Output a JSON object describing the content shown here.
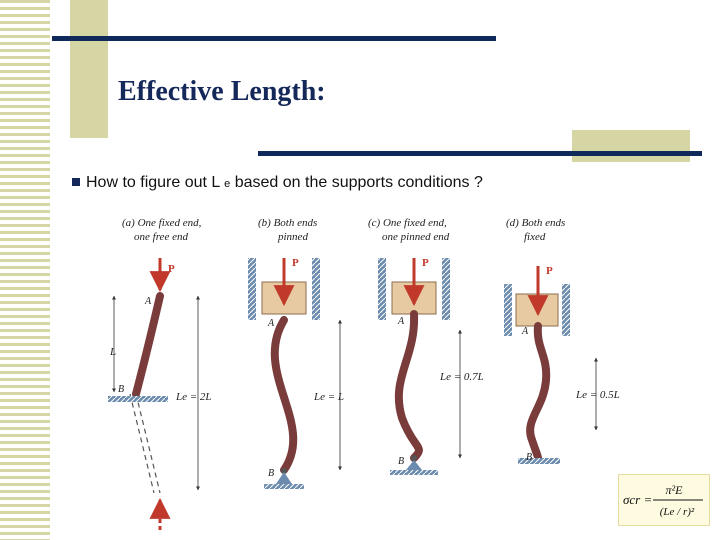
{
  "slide": {
    "title": "Effective Length:",
    "bullet_prefix": "How to figure out L",
    "bullet_subscript": "e",
    "bullet_suffix": " based on the supports conditions ?"
  },
  "cases": [
    {
      "line1": "(a) One fixed end,",
      "line2": "one free end",
      "load": "P",
      "top": "A",
      "bottom": "B",
      "dim_label": "L",
      "le_label": "Le = 2L"
    },
    {
      "line1": "(b) Both ends",
      "line2": "pinned",
      "load": "P",
      "top": "A",
      "bottom": "B",
      "le_label": "Le = L"
    },
    {
      "line1": "(c) One fixed end,",
      "line2": "one pinned end",
      "load": "P",
      "top": "A",
      "bottom": "B",
      "le_label": "Le = 0.7L"
    },
    {
      "line1": "(d) Both ends",
      "line2": "fixed",
      "load": "P",
      "top": "A",
      "bottom": "B",
      "le_label": "Le = 0.5L"
    }
  ],
  "formula": {
    "lhs": "σcr =",
    "numerator": "π²E",
    "denominator": "(Le / r)²"
  },
  "colors": {
    "navy": "#0f2a5a",
    "tan": "#d6d6a4",
    "load_red": "#c0392b",
    "column_brown": "#7a3b3b",
    "support_blue": "#6b8cae",
    "block_tan": "#e8caa2"
  }
}
